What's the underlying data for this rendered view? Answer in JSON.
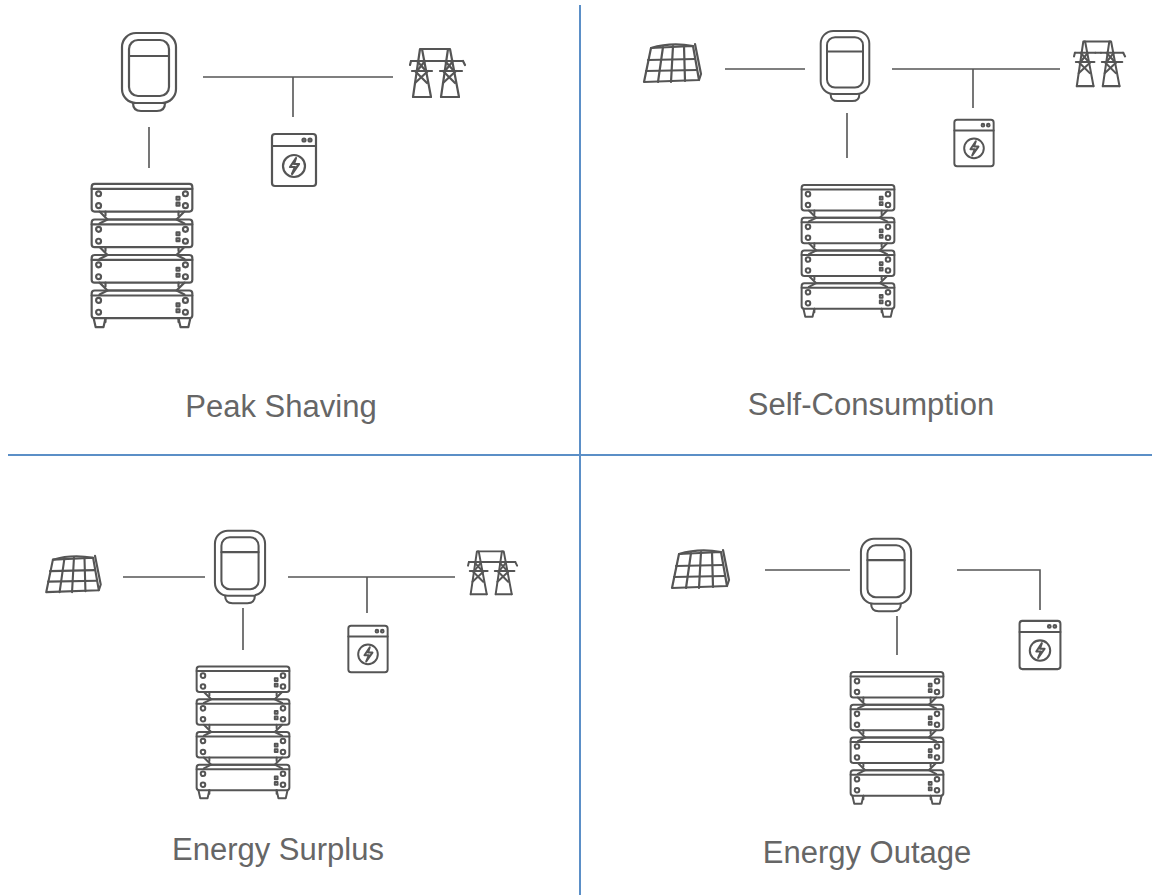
{
  "diagram": {
    "labels": [
      "Peak Shaving",
      "Self-Consumption",
      "Energy Surplus",
      "Energy Outage"
    ]
  }
}
